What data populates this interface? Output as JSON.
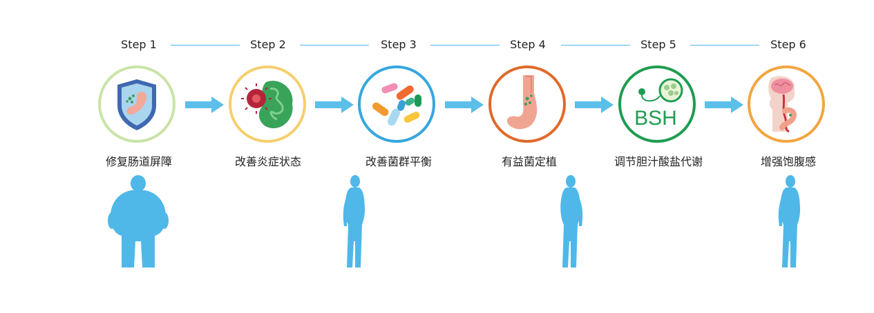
{
  "steps": [
    {
      "label": "Step 1",
      "caption": "修复肠道屏障",
      "icon": "shield-stomach-icon",
      "ring_color": "#c9e4a6"
    },
    {
      "label": "Step 2",
      "caption": "改善炎症状态",
      "icon": "virus-intestine-icon",
      "ring_color": "#f5cf6e"
    },
    {
      "label": "Step 3",
      "caption": "改善菌群平衡",
      "icon": "bacteria-icon",
      "ring_color": "#36a7dd"
    },
    {
      "label": "Step 4",
      "caption": "有益菌定植",
      "icon": "stomach-icon",
      "ring_color": "#e06a2c"
    },
    {
      "label": "Step 5",
      "caption": "调节胆汁酸盐代谢",
      "icon": "bsh-bacteria-icon",
      "ring_color": "#1f9c51"
    },
    {
      "label": "Step 6",
      "caption": "增强饱腹感",
      "icon": "brain-gut-icon",
      "ring_color": "#f3a540"
    }
  ],
  "bsh_text": "BSH",
  "colors": {
    "arrow": "#5bbfe9",
    "figure": "#4fb8e8",
    "connector": "#4fb3e3"
  },
  "figures": [
    "obese-figure-icon",
    "slim-figure-icon",
    "slim-figure-icon",
    "slim-figure-icon"
  ]
}
